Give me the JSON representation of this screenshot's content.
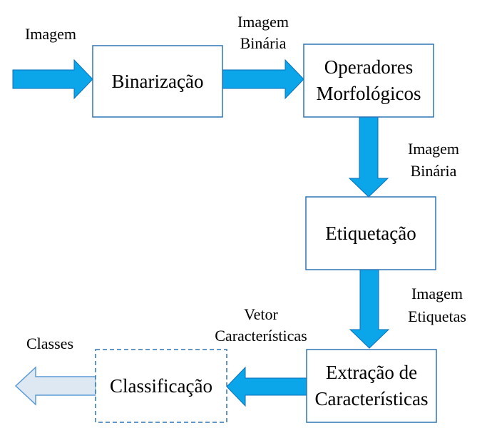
{
  "colors": {
    "arrow_fill": "#0ba5e9",
    "arrow_outline": "#0b6fb8",
    "box_stroke": "#2e75b6",
    "output_arrow_fill": "#dde8f3",
    "output_arrow_stroke": "#5b9bd5"
  },
  "blocks": {
    "binarizacao": {
      "label": "Binarização"
    },
    "operadores": {
      "line1": "Operadores",
      "line2": "Morfológicos"
    },
    "etiquetacao": {
      "label": "Etiquetação"
    },
    "extracao": {
      "line1": "Extração de",
      "line2": "Características"
    },
    "classificacao": {
      "label": "Classificação"
    }
  },
  "edges": {
    "input": {
      "label": "Imagem"
    },
    "bin_to_ops": {
      "line1": "Imagem",
      "line2": "Binária"
    },
    "ops_to_etiq": {
      "line1": "Imagem",
      "line2": "Binária"
    },
    "etiq_to_ext": {
      "line1": "Imagem",
      "line2": "Etiquetas"
    },
    "ext_to_class": {
      "line1": "Vetor",
      "line2": "Características"
    },
    "output": {
      "label": "Classes"
    }
  }
}
